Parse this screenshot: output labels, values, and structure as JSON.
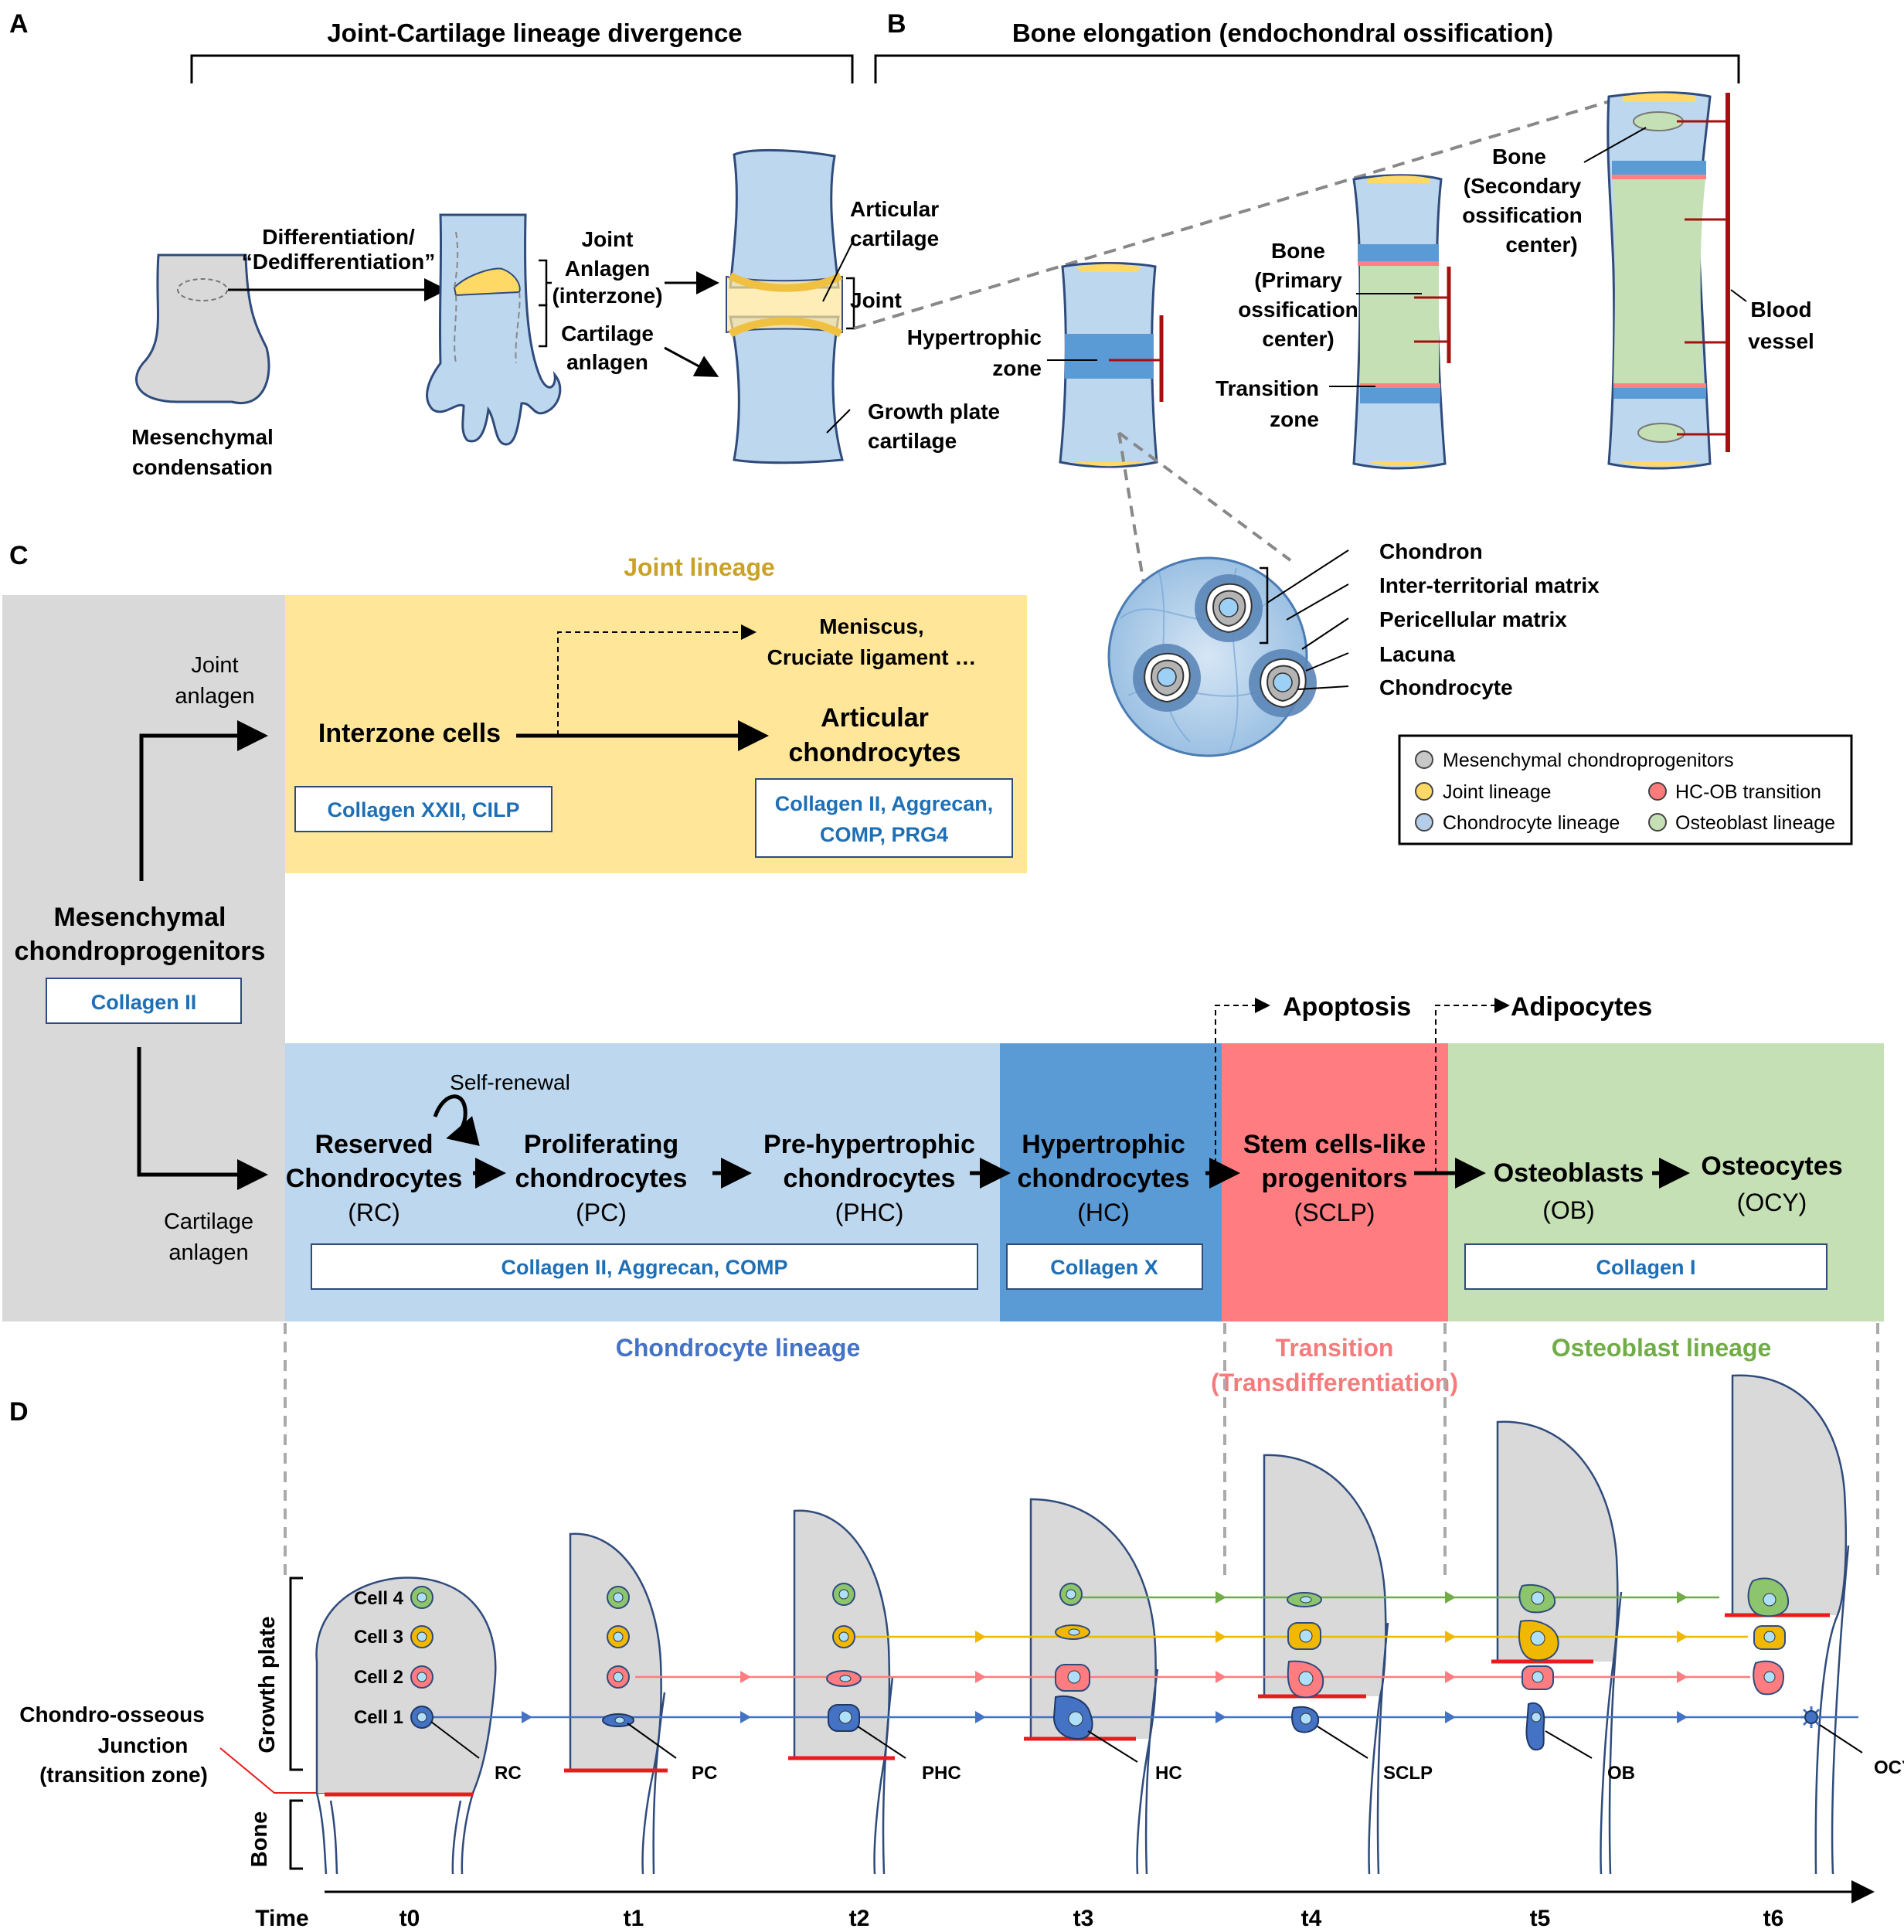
{
  "panels": {
    "a": "A",
    "b": "B",
    "c": "C",
    "d": "D"
  },
  "panel_a": {
    "title": "Joint-Cartilage lineage divergence",
    "differentiation_1": "Differentiation/",
    "differentiation_2": "“Dedifferentiation”",
    "mesenchymal_1": "Mesenchymal",
    "mesenchymal_2": "condensation",
    "joint_anlagen_1": "Joint",
    "joint_anlagen_2": "Anlagen",
    "joint_anlagen_3": "(interzone)",
    "cartilage_anlagen_1": "Cartilage",
    "cartilage_anlagen_2": "anlagen",
    "articular_1": "Articular",
    "articular_2": "cartilage",
    "joint": "Joint",
    "growth_plate_1": "Growth plate",
    "growth_plate_2": "cartilage"
  },
  "panel_b": {
    "title": "Bone elongation (endochondral ossification)",
    "hypertrophic_1": "Hypertrophic",
    "hypertrophic_2": "zone",
    "bone_primary_1": "Bone",
    "bone_primary_2": "(Primary",
    "bone_primary_3": "ossification",
    "bone_primary_4": "center)",
    "transition_1": "Transition",
    "transition_2": "zone",
    "bone_secondary_1": "Bone",
    "bone_secondary_2": "(Secondary",
    "bone_secondary_3": "ossification",
    "bone_secondary_4": "center)",
    "blood_1": "Blood",
    "blood_2": "vessel",
    "inset": [
      "Chondron",
      "Inter-territorial  matrix",
      "Pericellular matrix",
      "Lacuna",
      "Chondrocyte"
    ]
  },
  "legend": {
    "items": [
      {
        "label": "Mesenchymal chondroprogenitors",
        "color": "#c8c8c8"
      },
      {
        "label": "Joint lineage",
        "color": "#ffd966"
      },
      {
        "label": "HC-OB transition",
        "color": "#ff7b7b"
      },
      {
        "label": "Chondrocyte lineage",
        "color": "#b4cde8"
      },
      {
        "label": "Osteoblast lineage",
        "color": "#c5e0b4"
      }
    ]
  },
  "panel_c": {
    "joint_lineage": "Joint lineage",
    "joint_anlagen_1": "Joint",
    "joint_anlagen_2": "anlagen",
    "cartilage_anlagen_1": "Cartilage",
    "cartilage_anlagen_2": "anlagen",
    "mesenchymal_1": "Mesenchymal",
    "mesenchymal_2": "chondroprogenitors",
    "mesenchymal_marker": "Collagen II",
    "interzone": "Interzone cells",
    "interzone_marker": "Collagen XXII, CILP",
    "meniscus_1": "Meniscus,",
    "meniscus_2": "Cruciate ligament …",
    "articular_1": "Articular",
    "articular_2": "chondrocytes",
    "articular_marker_1": "Collagen II, Aggrecan,",
    "articular_marker_2": "COMP, PRG4",
    "apoptosis": "Apoptosis",
    "adipocytes": "Adipocytes",
    "self_renewal": "Self-renewal",
    "stages": [
      {
        "l1": "Reserved",
        "l2": "Chondrocytes",
        "abbr": "(RC)"
      },
      {
        "l1": "Proliferating",
        "l2": "chondrocytes",
        "abbr": "(PC)"
      },
      {
        "l1": "Pre-hypertrophic",
        "l2": "chondrocytes",
        "abbr": "(PHC)"
      },
      {
        "l1": "Hypertrophic",
        "l2": "chondrocytes",
        "abbr": "(HC)"
      },
      {
        "l1": "Stem cells-like",
        "l2": "progenitors",
        "abbr": "(SCLP)"
      },
      {
        "l1": "Osteoblasts",
        "l2": "",
        "abbr": "(OB)"
      },
      {
        "l1": "Osteocytes",
        "l2": "",
        "abbr": "(OCY)"
      }
    ],
    "markers": [
      "Collagen II, Aggrecan, COMP",
      "Collagen X",
      "Collagen I"
    ],
    "chondrocyte_lineage": "Chondrocyte lineage",
    "transition_1": "Transition",
    "transition_2": "(Transdifferentiation)",
    "osteoblast_lineage": "Osteoblast lineage"
  },
  "panel_d": {
    "cells": [
      "Cell 4",
      "Cell 3",
      "Cell 2",
      "Cell 1"
    ],
    "growth_plate": "Growth plate",
    "bone": "Bone",
    "junction_1": "Chondro-osseous",
    "junction_2": "Junction",
    "junction_3": "(transition zone)",
    "cell_labels": [
      "RC",
      "PC",
      "PHC",
      "HC",
      "SCLP",
      "OB",
      "OCY"
    ],
    "time_label": "Time",
    "times": [
      "t0",
      "t1",
      "t2",
      "t3",
      "t4",
      "t5",
      "t6"
    ]
  },
  "colors": {
    "grey": "#d9d9d9",
    "joint": "#ffe699",
    "chondro_light": "#bdd7ee",
    "chondro_dark": "#5b9bd5",
    "transition": "#ff7c80",
    "osteo": "#c5e0b4",
    "marker_text": "#1f6fb5",
    "joint_title": "#c9a227",
    "chondro_title": "#4472c4",
    "transition_title": "#f47c7c",
    "osteo_title": "#70ad47",
    "red_line": "#e81c1c",
    "blood": "#a50f0f"
  }
}
